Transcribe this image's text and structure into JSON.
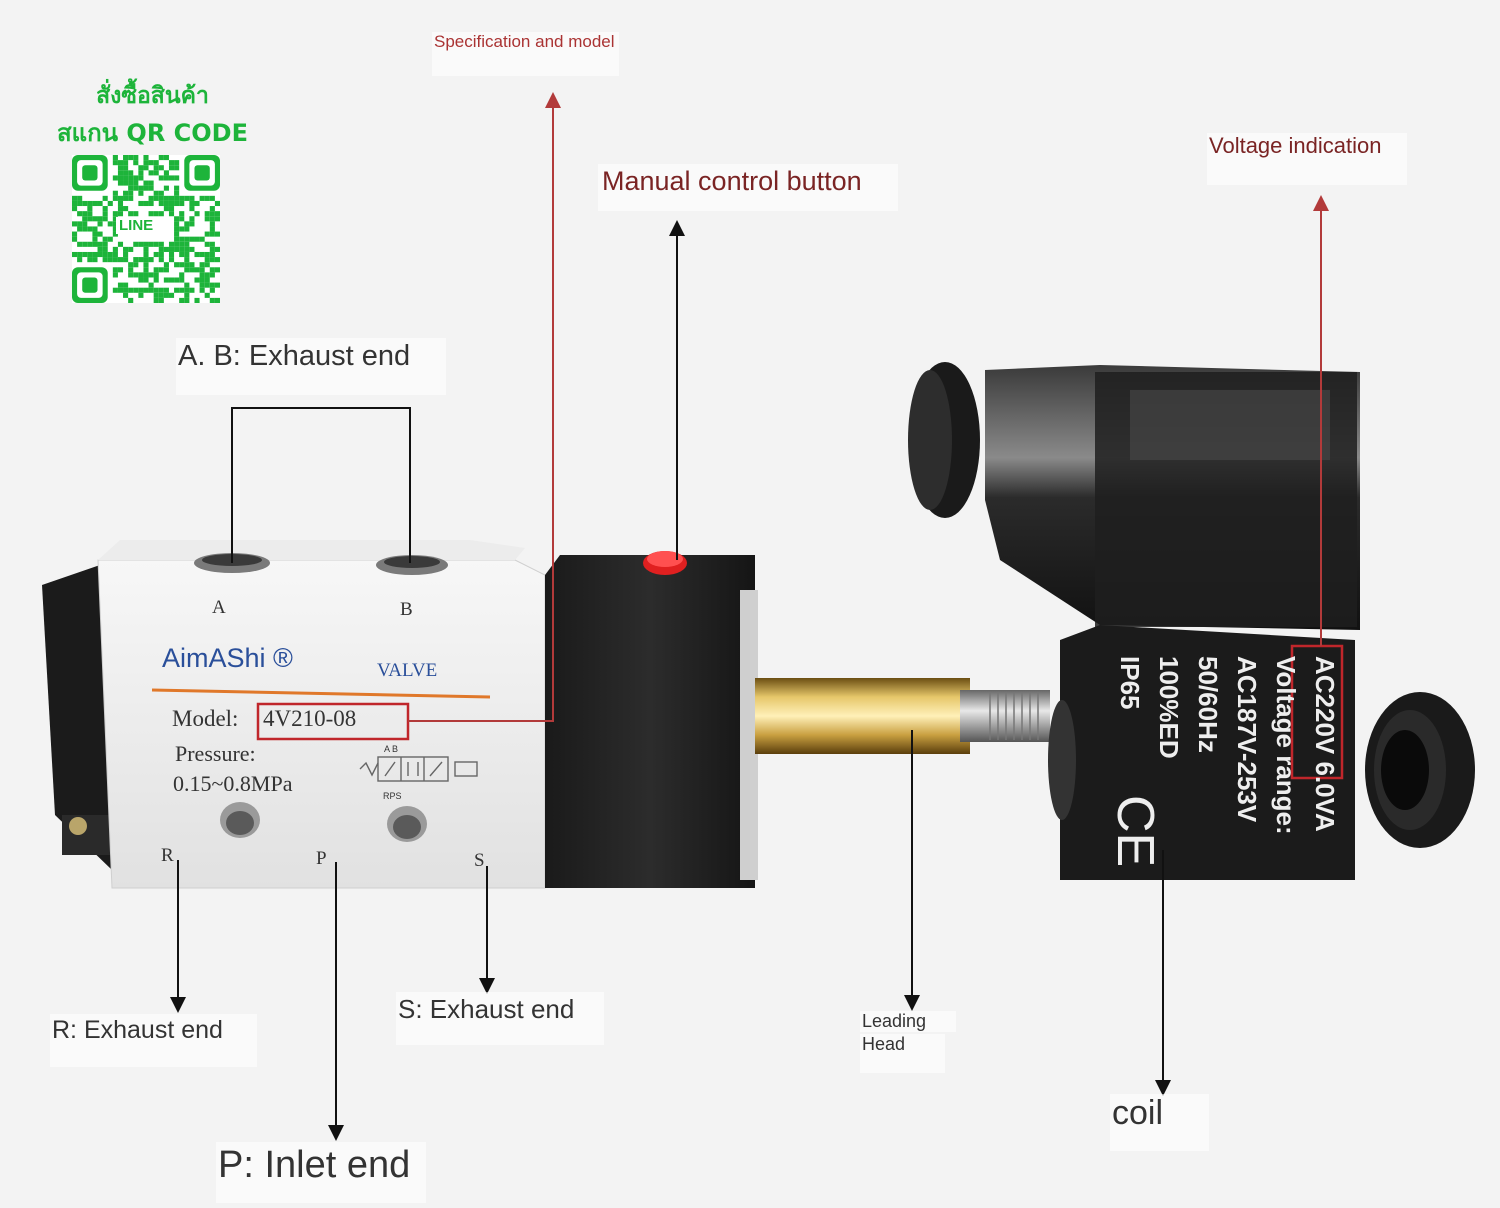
{
  "qr": {
    "line1": "สั่งซื้อสินค้า",
    "line2": "สแกน QR CODE",
    "center_text": "LINE",
    "color": "#1db43a"
  },
  "labels": {
    "spec_model": "Specification and model",
    "manual_button": "Manual control button",
    "voltage_indication": "Voltage indication",
    "ab_exhaust": "A. B: Exhaust end",
    "r_exhaust": "R: Exhaust end",
    "s_exhaust": "S: Exhaust end",
    "p_inlet": "P: Inlet end",
    "leading_head_1": "Leading",
    "leading_head_2": "Head",
    "coil": "coil"
  },
  "valve": {
    "brand": "AimAShi ®",
    "valve_word": "VALVE",
    "model_label": "Model:",
    "model_value": "4V210-08",
    "pressure_label": "Pressure:",
    "pressure_value": "0.15~0.8MPa",
    "port_a": "A",
    "port_b": "B",
    "port_r": "R",
    "port_p": "P",
    "port_s": "S",
    "symbol_top": "A B",
    "symbol_bottom": "RPS"
  },
  "coil_plate": {
    "rating": "AC220V 6.0VA",
    "range_label": "Voltage range:",
    "range_value": "AC187V-253V",
    "freq": "50/60Hz",
    "duty": "100%ED",
    "ip": "IP65",
    "ce": "CE"
  },
  "colors": {
    "arrow_red": "#b23a3a",
    "highlight_red": "#c0262b",
    "brand_blue": "#2a4f9a",
    "stripe_orange": "#e0782a"
  }
}
